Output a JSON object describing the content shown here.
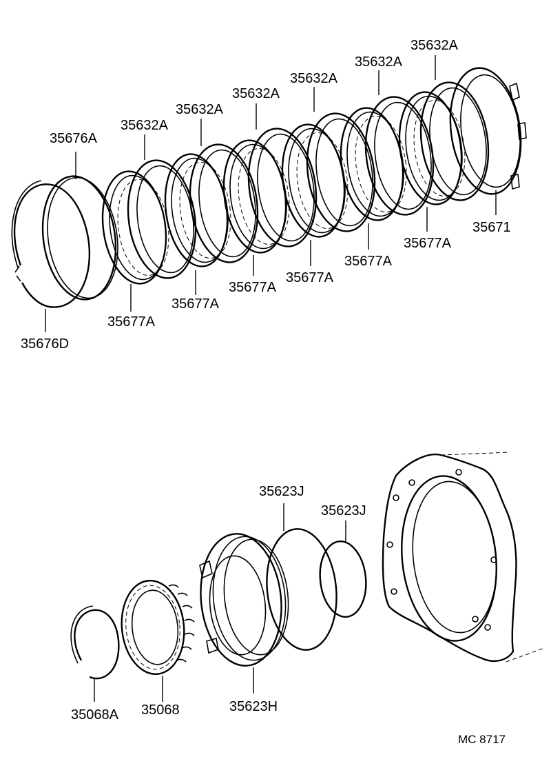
{
  "diagram_code": "MC 8717",
  "labels": [
    {
      "id": "snap-ring-top",
      "text": "35676D"
    },
    {
      "id": "flange-plate",
      "text": "35676A"
    },
    {
      "id": "disc-1",
      "text": "35632A"
    },
    {
      "id": "disc-2",
      "text": "35632A"
    },
    {
      "id": "disc-3",
      "text": "35632A"
    },
    {
      "id": "disc-4",
      "text": "35632A"
    },
    {
      "id": "disc-5",
      "text": "35632A"
    },
    {
      "id": "disc-6",
      "text": "35632A"
    },
    {
      "id": "plate-1",
      "text": "35677A"
    },
    {
      "id": "plate-2",
      "text": "35677A"
    },
    {
      "id": "plate-3",
      "text": "35677A"
    },
    {
      "id": "plate-4",
      "text": "35677A"
    },
    {
      "id": "plate-5",
      "text": "35677A"
    },
    {
      "id": "plate-6",
      "text": "35677A"
    },
    {
      "id": "pressure-plate",
      "text": "35671"
    },
    {
      "id": "o-ring-outer",
      "text": "35623J"
    },
    {
      "id": "o-ring-inner",
      "text": "35623J"
    },
    {
      "id": "piston",
      "text": "35623H"
    },
    {
      "id": "snap-ring-bottom",
      "text": "35068A"
    },
    {
      "id": "spring-retainer",
      "text": "35068"
    }
  ]
}
